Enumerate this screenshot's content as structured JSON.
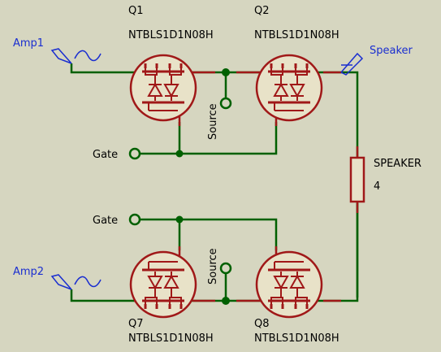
{
  "colors": {
    "background": "#d6d6c0",
    "wire": "#006000",
    "component": "#a01818",
    "fill": "#e8e2c8",
    "terminal": "#1a2ed0",
    "text": "#000000"
  },
  "components": {
    "q1": {
      "ref": "Q1",
      "part": "NTBLS1D1N08H"
    },
    "q2": {
      "ref": "Q2",
      "part": "NTBLS1D1N08H"
    },
    "q7": {
      "ref": "Q7",
      "part": "NTBLS1D1N08H"
    },
    "q8": {
      "ref": "Q8",
      "part": "NTBLS1D1N08H"
    },
    "speaker": {
      "ref": "SPEAKER",
      "value": "4"
    }
  },
  "terminals": {
    "amp1": "Amp1",
    "amp2": "Amp2",
    "speaker_out": "Speaker",
    "gate_top": "Gate",
    "gate_bottom": "Gate",
    "source_top": "Source",
    "source_bottom": "Source"
  }
}
